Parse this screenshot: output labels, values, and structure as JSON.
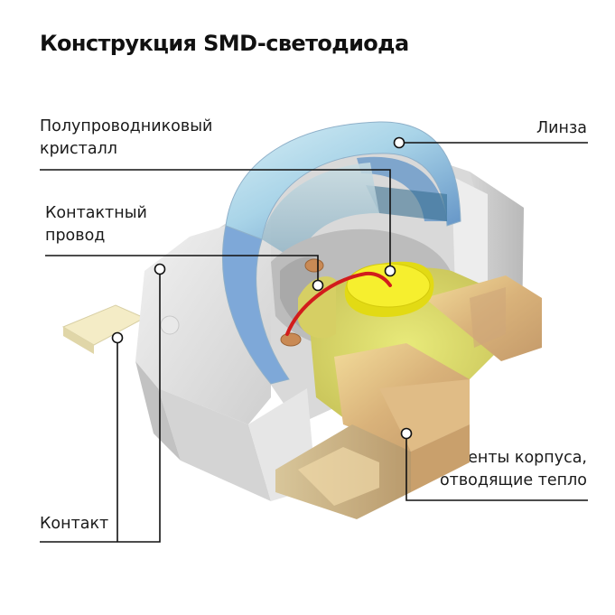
{
  "title": "Конструкция SMD-светодиода",
  "labels": {
    "crystal": [
      "Полупроводниковый",
      "кристалл"
    ],
    "wire": [
      "Контактный",
      "провод"
    ],
    "lens": [
      "Линза"
    ],
    "heat": [
      "Элементы корпуса,",
      "отводящие тепло"
    ],
    "contact": [
      "Контакт"
    ]
  },
  "colors": {
    "crystal": "#f0ea1c",
    "wire": "#d21c1c",
    "lens": "#7fb3dc",
    "housing": "#e2e2e2",
    "heatsink": "#d8c27a",
    "callout_line": "#111111"
  }
}
